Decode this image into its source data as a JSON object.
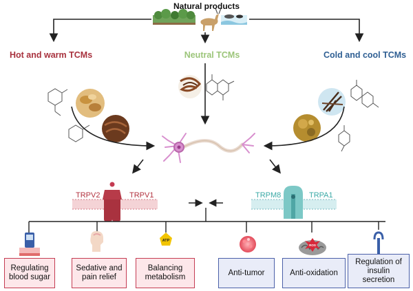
{
  "title": "Natural products",
  "categories": {
    "hot": "Hot and warm TCMs",
    "neutral": "Neutral TCMs",
    "cold": "Cold and cool TCMs"
  },
  "receptors": {
    "trpv2": "TRPV2",
    "trpv1": "TRPV1",
    "trpm8": "TRPM8",
    "trpa1": "TRPA1"
  },
  "icon_labels": {
    "atp": "ATP",
    "ros": "ROS"
  },
  "effects": [
    {
      "label": "Regulating\nblood sugar",
      "group": "pink"
    },
    {
      "label": "Sedative and\npain relief",
      "group": "pink"
    },
    {
      "label": "Balancing\nmetabolism",
      "group": "pink"
    },
    {
      "label": "Anti-tumor",
      "group": "blue"
    },
    {
      "label": "Anti-oxidation",
      "group": "blue"
    },
    {
      "label": "Regulation of\ninsulin\nsecretion",
      "group": "blue"
    }
  ],
  "colors": {
    "hot": "#a8323e",
    "neutral": "#9cc57a",
    "cold": "#2f5f93",
    "trpv_channel": "#a9323f",
    "trpm_channel": "#7cc8c6",
    "neuron": "#d88fce",
    "pink_box": "#fde7ea",
    "blue_box": "#e9ecf8"
  }
}
